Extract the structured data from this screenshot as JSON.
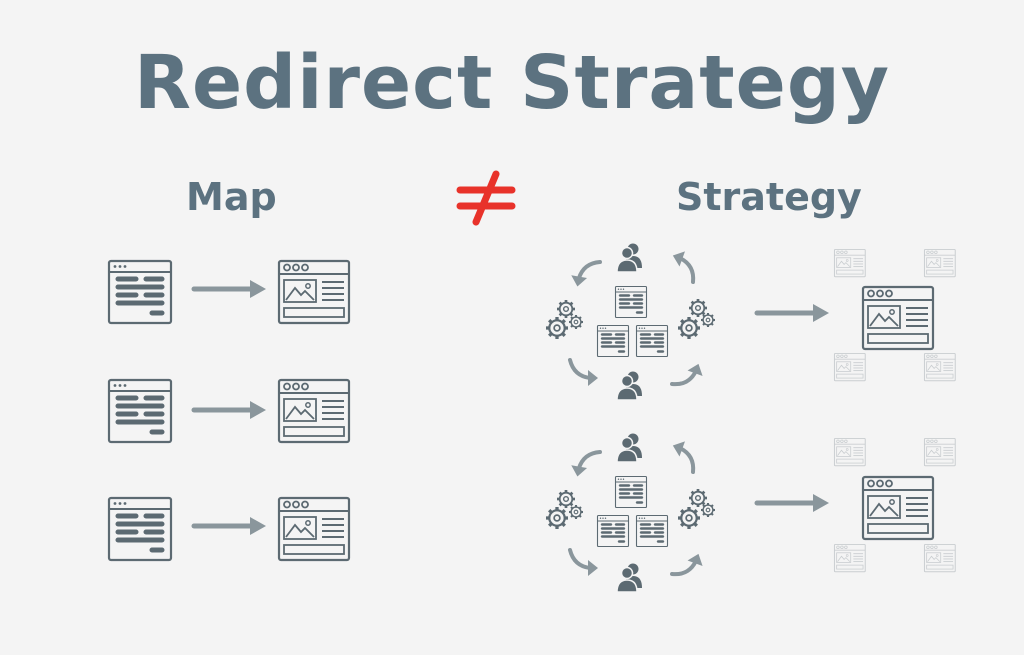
{
  "title": "Redirect Strategy",
  "map_heading": "Map",
  "strategy_heading": "Strategy",
  "colors": {
    "background": "#f4f4f4",
    "text": "#5c7280",
    "icon": "#5c6a72",
    "arrow": "#8a969c",
    "faded": "#c9cdd0",
    "not_equal": "#e8322a"
  },
  "icons": {
    "not_equal": "not-equal-icon",
    "source_page": "text-page-icon",
    "target_page": "image-page-icon",
    "people": "people-icon",
    "gears": "gears-icon",
    "cycle_arrow": "cycle-arrow-icon",
    "redirect_arrow": "right-arrow-icon"
  },
  "map_rows": 3,
  "strategy_clusters": 2
}
